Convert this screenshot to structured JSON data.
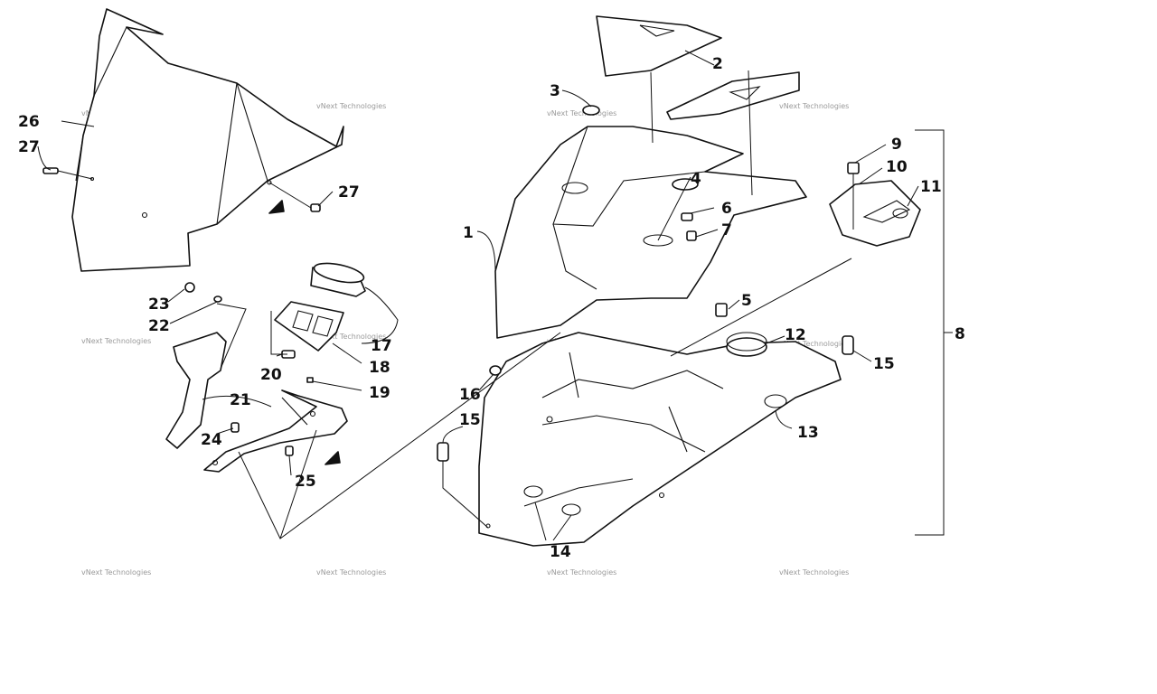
{
  "watermark": {
    "text": "vNext Technologies"
  },
  "callouts": [
    {
      "id": "c1",
      "label": "1"
    },
    {
      "id": "c2",
      "label": "2"
    },
    {
      "id": "c3",
      "label": "3"
    },
    {
      "id": "c4",
      "label": "4"
    },
    {
      "id": "c5",
      "label": "5"
    },
    {
      "id": "c6",
      "label": "6"
    },
    {
      "id": "c7",
      "label": "7"
    },
    {
      "id": "c8",
      "label": "8"
    },
    {
      "id": "c9",
      "label": "9"
    },
    {
      "id": "c10",
      "label": "10"
    },
    {
      "id": "c11",
      "label": "11"
    },
    {
      "id": "c12",
      "label": "12"
    },
    {
      "id": "c13",
      "label": "13"
    },
    {
      "id": "c14",
      "label": "14"
    },
    {
      "id": "c15a",
      "label": "15"
    },
    {
      "id": "c15b",
      "label": "15"
    },
    {
      "id": "c16",
      "label": "16"
    },
    {
      "id": "c17",
      "label": "17"
    },
    {
      "id": "c18",
      "label": "18"
    },
    {
      "id": "c19",
      "label": "19"
    },
    {
      "id": "c20",
      "label": "20"
    },
    {
      "id": "c21",
      "label": "21"
    },
    {
      "id": "c22",
      "label": "22"
    },
    {
      "id": "c23",
      "label": "23"
    },
    {
      "id": "c24",
      "label": "24"
    },
    {
      "id": "c25",
      "label": "25"
    },
    {
      "id": "c26",
      "label": "26"
    },
    {
      "id": "c27a",
      "label": "27"
    },
    {
      "id": "c27b",
      "label": "27"
    }
  ]
}
